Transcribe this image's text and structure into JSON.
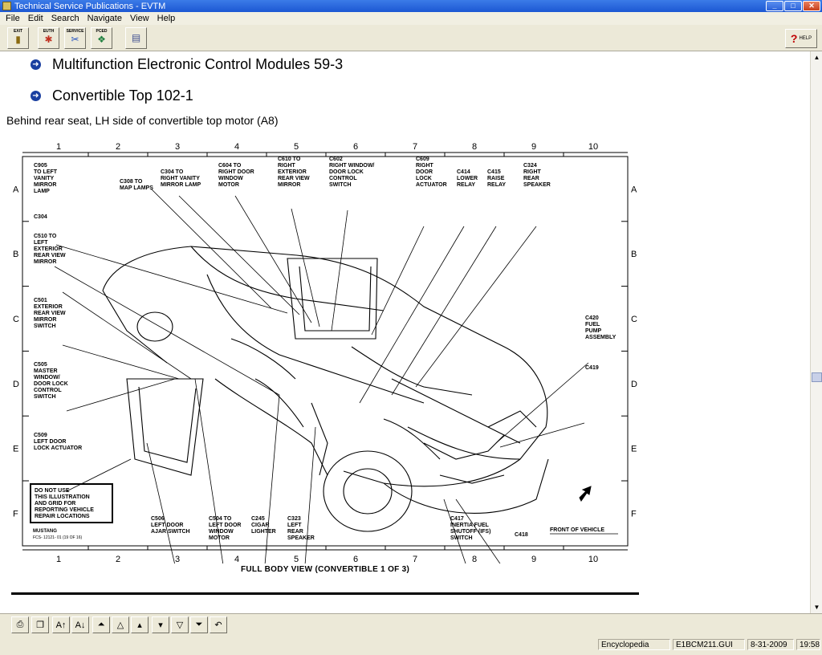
{
  "window": {
    "title": "Technical Service Publications - EVTM"
  },
  "menu": [
    "File",
    "Edit",
    "Search",
    "Navigate",
    "View",
    "Help"
  ],
  "toolbar": {
    "exit": "EXIT",
    "euth": "EUTH",
    "service": "SERVICE",
    "pced": "PCED",
    "help": "HELP"
  },
  "links": [
    {
      "label": "Multifunction Electronic Control Modules 59-3"
    },
    {
      "label": "Convertible Top 102-1"
    }
  ],
  "location_text": "Behind rear seat, LH side of convertible top motor (A8)",
  "diagram": {
    "columns": [
      "1",
      "2",
      "3",
      "4",
      "5",
      "6",
      "7",
      "8",
      "9",
      "10"
    ],
    "rows": [
      "A",
      "B",
      "C",
      "D",
      "E",
      "F"
    ],
    "callouts": {
      "c905": [
        "C905",
        "TO LEFT",
        "VANITY",
        "MIRROR",
        "LAMP"
      ],
      "c308": [
        "C308 TO",
        "MAP LAMPS"
      ],
      "c304to": [
        "C304 TO",
        "RIGHT VANITY",
        "MIRROR LAMP"
      ],
      "c604": [
        "C604 TO",
        "RIGHT DOOR",
        "WINDOW",
        "MOTOR"
      ],
      "c610": [
        "C610 TO",
        "RIGHT",
        "EXTERIOR",
        "REAR VIEW",
        "MIRROR"
      ],
      "c602": [
        "C602",
        "RIGHT WINDOW/",
        "DOOR LOCK",
        "CONTROL",
        "SWITCH"
      ],
      "c609": [
        "C609",
        "RIGHT",
        "DOOR",
        "LOCK",
        "ACTUATOR"
      ],
      "c414": [
        "C414",
        "LOWER",
        "RELAY"
      ],
      "c415": [
        "C415",
        "RAISE",
        "RELAY"
      ],
      "c324": [
        "C324",
        "RIGHT",
        "REAR",
        "SPEAKER"
      ],
      "c304": [
        "C304"
      ],
      "c510": [
        "C510 TO",
        "LEFT",
        "EXTERIOR",
        "REAR VIEW",
        "MIRROR"
      ],
      "c501": [
        "C501",
        "EXTERIOR",
        "REAR VIEW",
        "MIRROR",
        "SWITCH"
      ],
      "c505": [
        "C505",
        "MASTER",
        "WINDOW/",
        "DOOR LOCK",
        "CONTROL",
        "SWITCH"
      ],
      "c509": [
        "C509",
        "LEFT DOOR",
        "LOCK ACTUATOR"
      ],
      "c420": [
        "C420",
        "FUEL",
        "PUMP",
        "ASSEMBLY"
      ],
      "c419": [
        "C419"
      ],
      "c506": [
        "C506",
        "LEFT DOOR",
        "AJAR SWITCH"
      ],
      "c504": [
        "C504 TO",
        "LEFT DOOR",
        "WINDOW",
        "MOTOR"
      ],
      "c245": [
        "C245",
        "CIGAR",
        "LIGHTER"
      ],
      "c323": [
        "C323",
        "LEFT",
        "REAR",
        "SPEAKER"
      ],
      "c417": [
        "C417",
        "INERTIA FUEL",
        "SHUTOFF (IFS)",
        "SWITCH"
      ],
      "c418": [
        "C418"
      ]
    },
    "notice": [
      "DO NOT USE",
      "THIS ILLUSTRATION",
      "AND GRID FOR",
      "REPORTING VEHICLE",
      "REPAIR LOCATIONS"
    ],
    "model": "MUSTANG",
    "fcs": "FCS- 12121- 01 (19 OF 16)",
    "front": "FRONT OF VEHICLE"
  },
  "caption": "FULL BODY VIEW (CONVERTIBLE 1 OF 3)",
  "status": {
    "mode": "Encyclopedia",
    "file": "E1BCM211.GUI",
    "date": "8-31-2009",
    "time": "19:58"
  }
}
